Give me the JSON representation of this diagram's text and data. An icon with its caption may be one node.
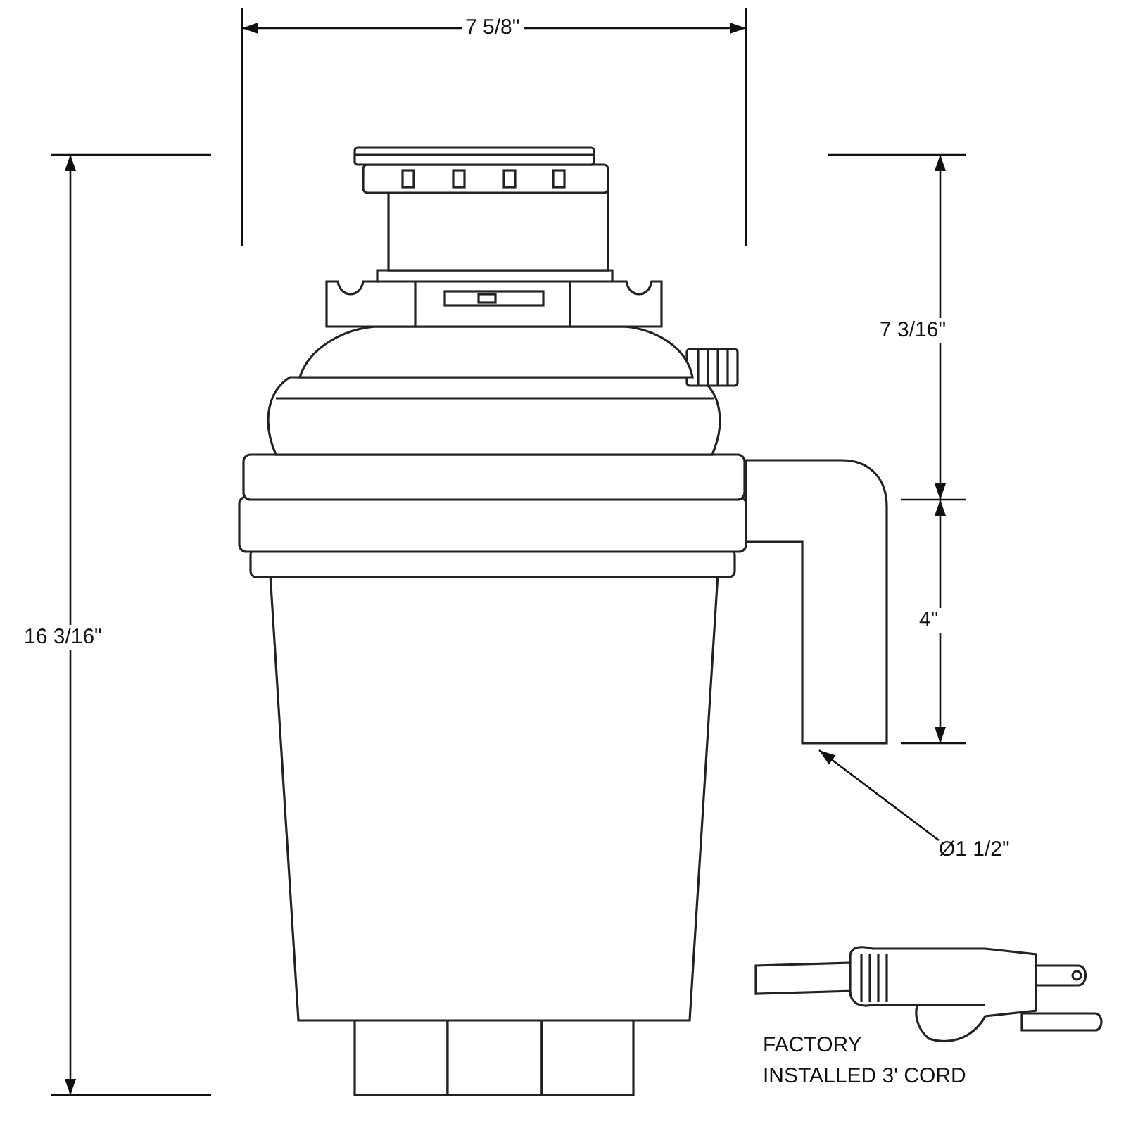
{
  "diagram": {
    "nodes": [
      {
        "text": [
          "Ø1 1/2\""
        ]
      },
      {
        "text": [],
        "shape": "picture"
      }
    ],
    "edges": [
      {
        "from": 0,
        "to": 1,
        "arrow": "to"
      }
    ],
    "labels": [
      "7 5/8\"",
      "16 3/16\"",
      "7 3/16\"",
      "4\"",
      "FACTORY INSTALLED 3' CORD"
    ]
  }
}
